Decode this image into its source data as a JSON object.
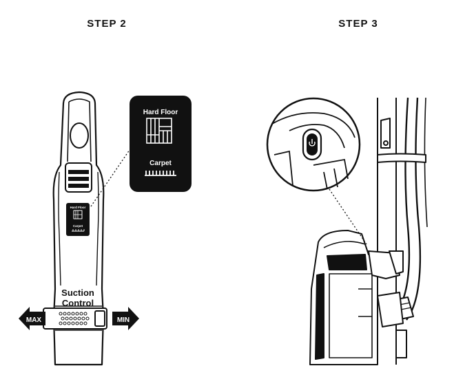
{
  "steps": [
    {
      "title": "STEP 2"
    },
    {
      "title": "STEP 3"
    }
  ],
  "step2": {
    "floor_callout": {
      "hard_floor_label": "Hard Floor",
      "carpet_label": "Carpet"
    },
    "suction": {
      "label_line1": "Suction",
      "label_line2": "Control",
      "max_label": "MAX",
      "min_label": "MIN"
    }
  },
  "icons": {
    "hard_floor": "hard-floor-icon",
    "carpet": "carpet-icon",
    "power": "power-icon",
    "arrow_left": "arrow-left-icon",
    "arrow_right": "arrow-right-icon"
  },
  "colors": {
    "ink": "#111111",
    "panel": "#111111",
    "panel_text": "#ffffff",
    "body": "#ffffff"
  }
}
